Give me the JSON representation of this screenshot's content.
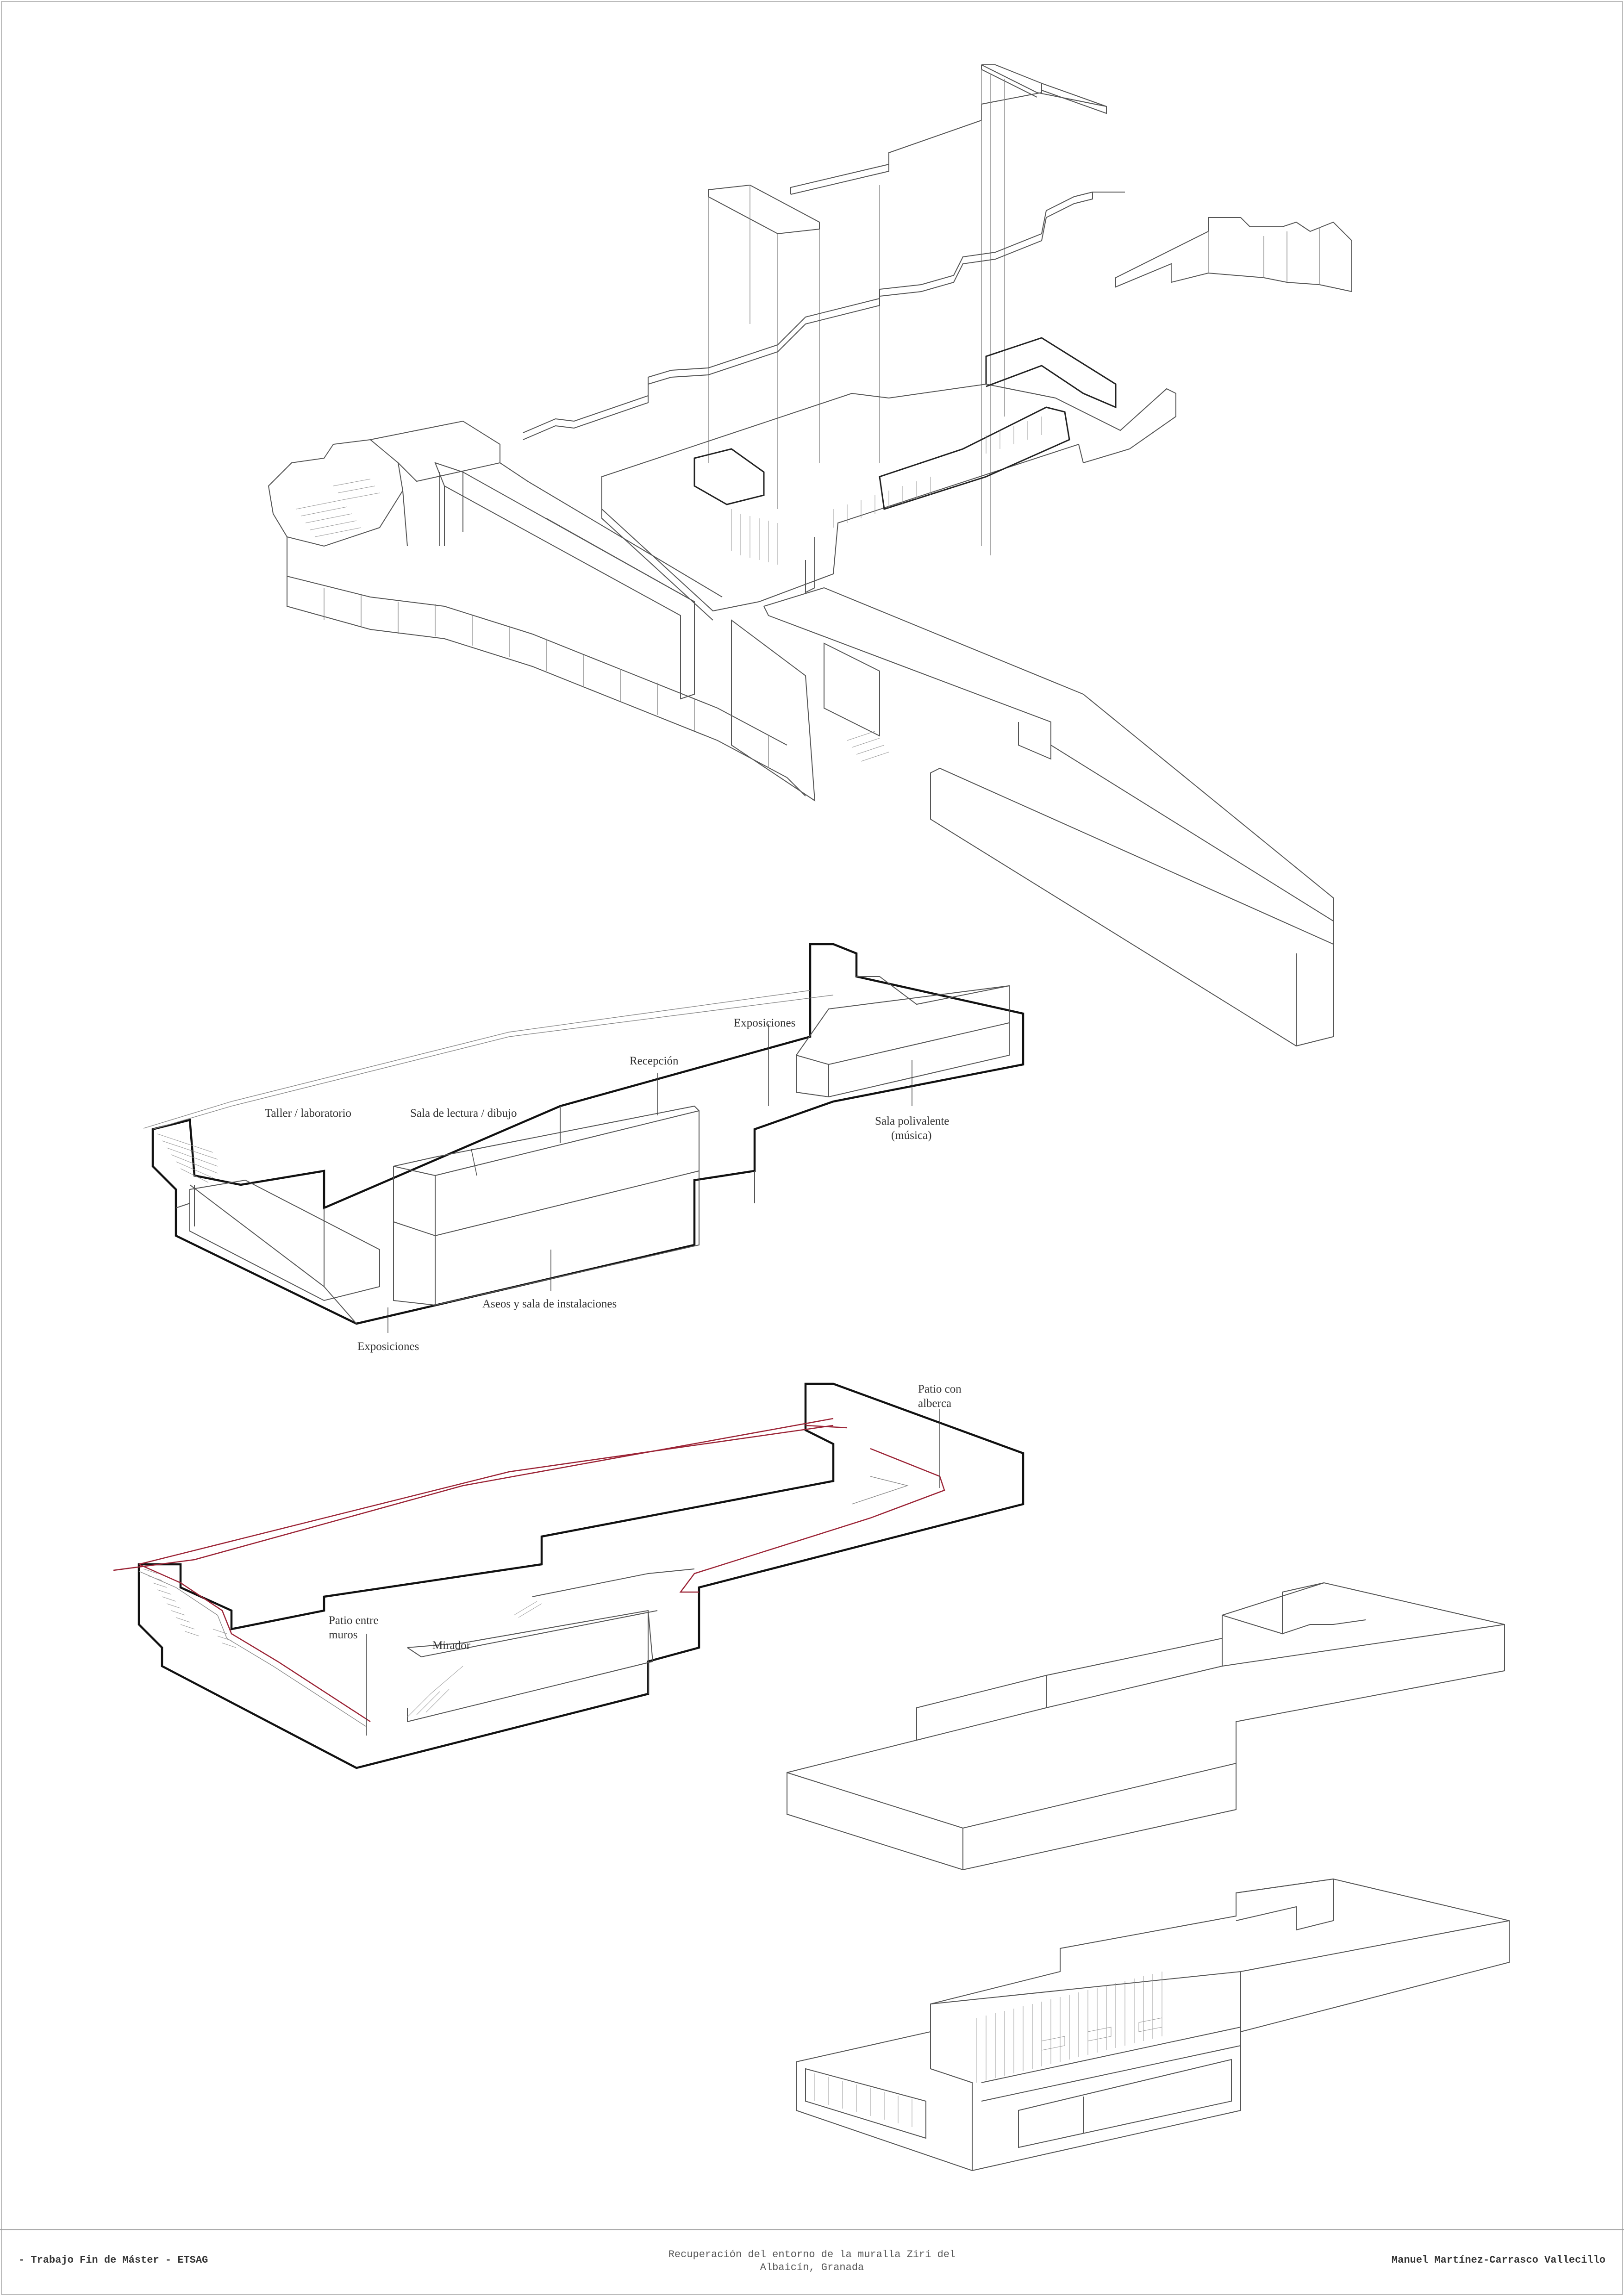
{
  "footer": {
    "left": "-  Trabajo Fin de Máster - ETSAG",
    "center_line1": "Recuperación del entorno de la muralla Zirí del",
    "center_line2": "Albaicín, Granada",
    "right": "Manuel Martínez-Carrasco Vallecillo"
  },
  "level_1_labels": {
    "taller": "Taller / laboratorio",
    "sala_lectura": "Sala de lectura / dibujo",
    "recepcion": "Recepción",
    "exposiciones_top": "Exposiciones",
    "sala_polivalente_1": "Sala polivalente",
    "sala_polivalente_2": "(música)",
    "aseos": "Aseos y sala de instalaciones",
    "exposiciones_bottom": "Exposiciones"
  },
  "level_2_labels": {
    "patio_alberca_1": "Patio con",
    "patio_alberca_2": "alberca",
    "patio_muros_1": "Patio entre",
    "patio_muros_2": "muros",
    "mirador": "Mirador"
  },
  "colors": {
    "line": "#555555",
    "cut_line": "#111111",
    "water_line": "#9b2335"
  }
}
